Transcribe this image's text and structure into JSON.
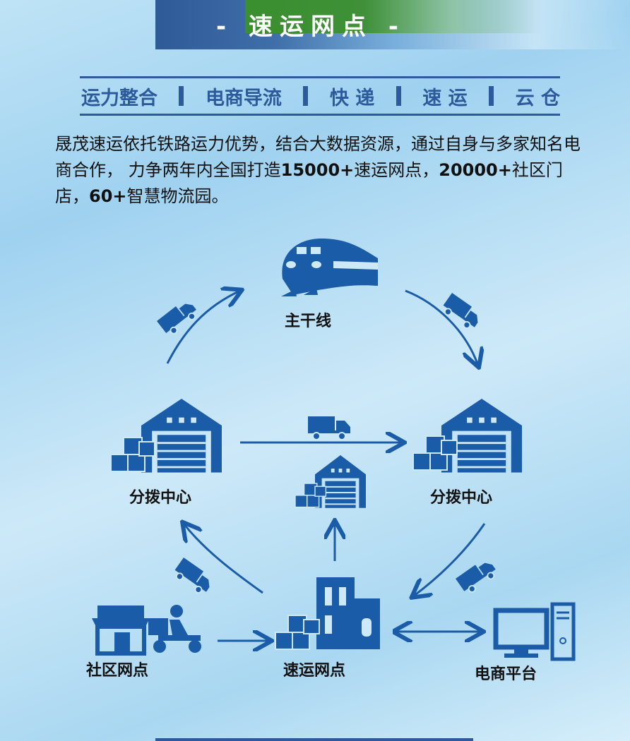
{
  "header": {
    "title": "- 速运网点 -"
  },
  "tagline": {
    "items": [
      "运力整合",
      "电商导流",
      "快 递",
      "速 运",
      "云 仓"
    ]
  },
  "intro": {
    "part1": "晟茂速运依托铁路运力优势，结合大数据资源，通过自身与多家知名电商合作， 力争两年内全国打造",
    "n1": "15000+",
    "part2": "速运网点，",
    "n2": "20000+",
    "part3": "社区门店，",
    "n3": "60+",
    "part4": "智慧物流园。"
  },
  "diagram": {
    "trunk_label": "主干线",
    "hub_left_label": "分拨中心",
    "hub_right_label": "分拨中心",
    "community_label": "社区网点",
    "express_label": "速运网点",
    "ecommerce_label": "电商平台"
  },
  "colors": {
    "accent": "#1a5ca8",
    "banner_green": "#3a8f2e",
    "text_blue": "#2d5a9a"
  }
}
